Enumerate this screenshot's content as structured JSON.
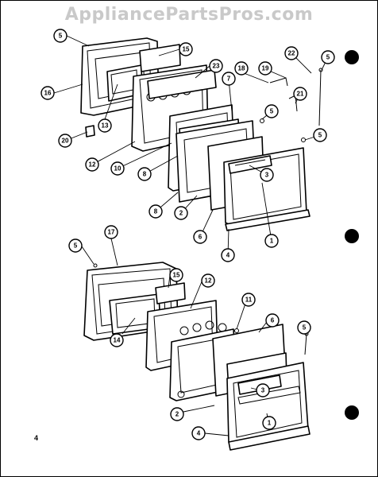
{
  "watermark": "AppliancePartsPros.com",
  "page_number": "4",
  "callouts": {
    "top": [
      "5",
      "16",
      "13",
      "15",
      "23",
      "7",
      "18",
      "19",
      "22",
      "5",
      "21",
      "5",
      "5",
      "20",
      "12",
      "10",
      "8",
      "3",
      "8",
      "2",
      "6",
      "1",
      "4"
    ],
    "bottom": [
      "5",
      "17",
      "15",
      "12",
      "11",
      "6",
      "5",
      "14",
      "3",
      "2",
      "1",
      "4"
    ]
  },
  "icons": [
    "registration-dot-icon",
    "registration-dot-icon",
    "registration-dot-icon"
  ]
}
